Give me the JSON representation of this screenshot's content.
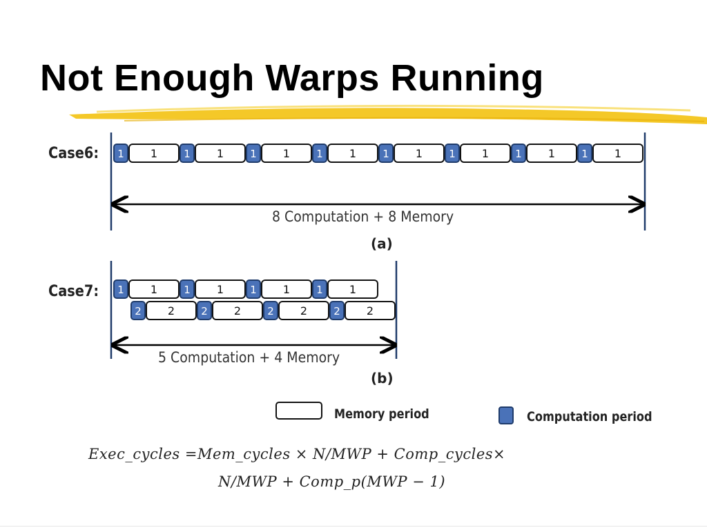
{
  "title": "Not Enough Warps Running",
  "colors": {
    "highlight": "#f3c51c",
    "computation_fill": "#4a72b8",
    "computation_border": "#1f3b6a",
    "axis_line": "#1f3b6a"
  },
  "case6": {
    "label": "Case6:",
    "rows": [
      {
        "computation_label": "1",
        "memory_label": "1",
        "repeats": 8
      }
    ],
    "span_label": "8 Computation + 8 Memory",
    "sub_label": "(a)"
  },
  "case7": {
    "label": "Case7:",
    "rows": [
      {
        "computation_label": "1",
        "memory_label": "1",
        "repeats": 4
      },
      {
        "computation_label": "2",
        "memory_label": "2",
        "repeats": 4
      }
    ],
    "span_label": "5 Computation + 4 Memory",
    "sub_label": "(b)"
  },
  "legend": {
    "memory": "Memory period",
    "computation": "Computation period"
  },
  "formula": {
    "line1": "Exec_cycles =Mem_cycles × N/MWP + Comp_cycles×",
    "line2": "N/MWP + Comp_p(MWP − 1)"
  }
}
